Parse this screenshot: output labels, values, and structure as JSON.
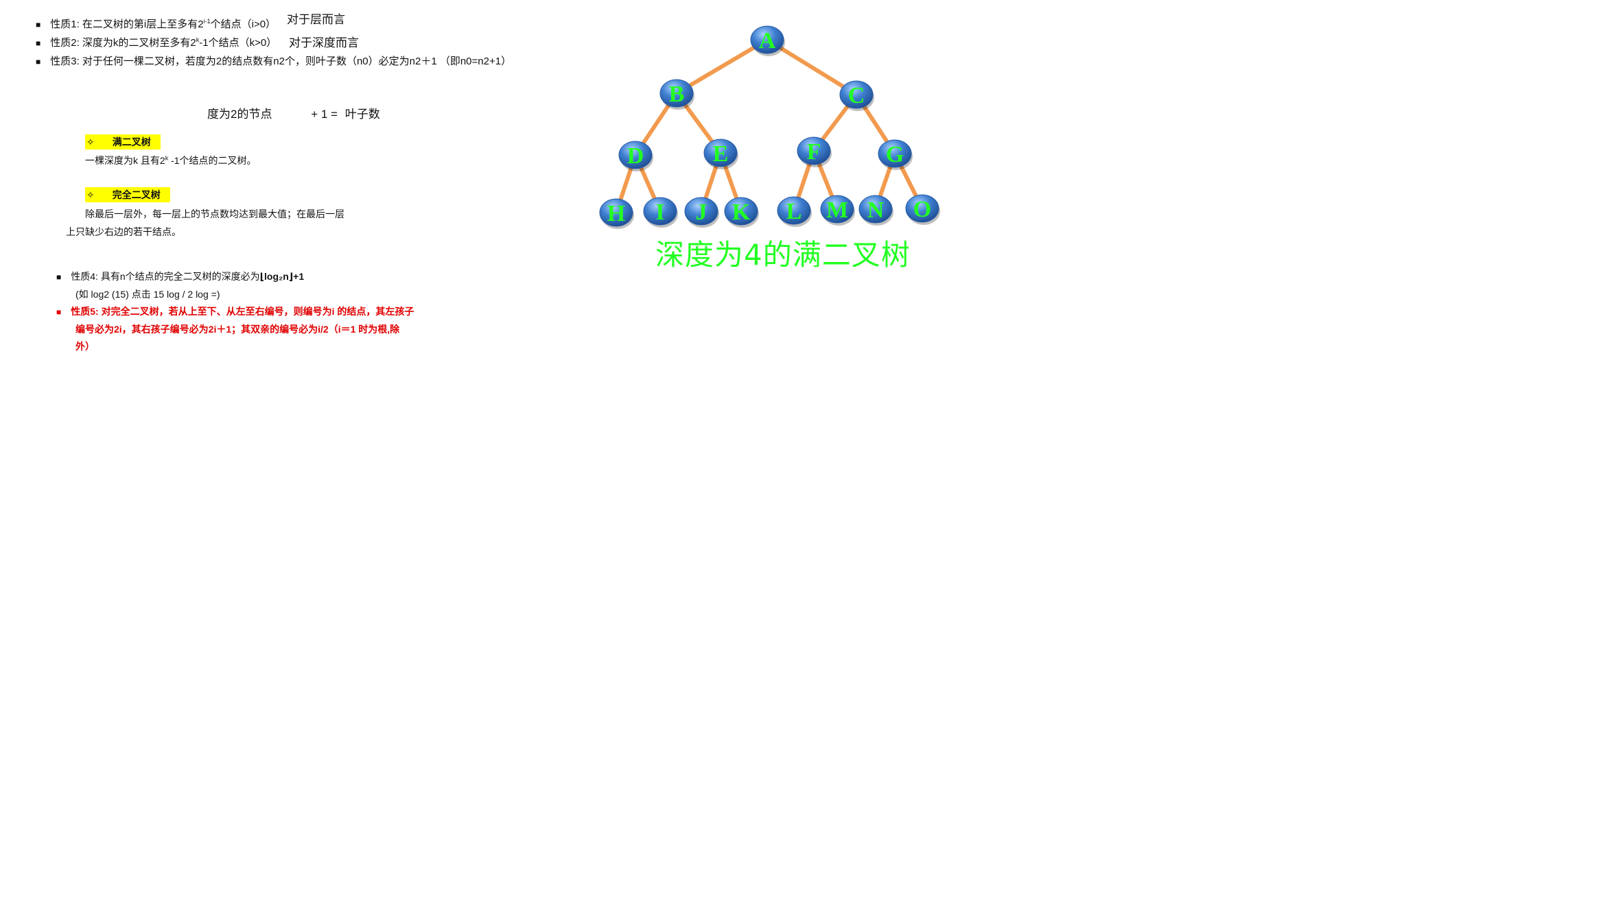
{
  "properties": {
    "p1": {
      "text": "性质1: 在二叉树的第i层上至多有2",
      "sup": "i-1",
      "suffix": "个结点（i>0）",
      "note": "对于层而言"
    },
    "p2": {
      "text": "性质2: 深度为k的二叉树至多有2",
      "sup": "k",
      "suffix": "-1个结点（k>0）",
      "note": "对于深度而言"
    },
    "p3": {
      "text": "性质3: 对于任何一棵二叉树，若度为2的结点数有n2个，则叶子数（n0）必定为n2＋1 （即n0=n2+1）"
    }
  },
  "formula": {
    "left": "度为2的节点",
    "op": "+ 1 =",
    "right": "叶子数"
  },
  "full_tree": {
    "label": "满二叉树",
    "desc_prefix": "一棵深度为k 且有2",
    "desc_sup": "k",
    "desc_suffix": " -1个结点的二叉树。"
  },
  "complete_tree": {
    "label": "完全二叉树",
    "desc_line1": "除最后一层外，每一层上的节点数均达到最大值；在最后一层",
    "desc_line2": "上只缺少右边的若干结点。"
  },
  "p4": {
    "prefix": "性质4: 具有n个结点的完全二叉树的深度必为",
    "bold": "⌊log₂n⌋",
    "suffix": "+1",
    "example": "(如 log2 (15)   点击 15  log  /  2  log =)"
  },
  "p5": {
    "line1": "性质5: 对完全二叉树，若从上至下、从左至右编号，则编号为i 的结点，其左孩子",
    "line2": "编号必为2i，其右孩子编号必为2i＋1；其双亲的编号必为i/2（i＝1 时为根,除",
    "line3": "外）"
  },
  "diagram": {
    "caption": "深度为4的满二叉树",
    "nodes": [
      "A",
      "B",
      "C",
      "D",
      "E",
      "F",
      "G",
      "H",
      "I",
      "J",
      "K",
      "L",
      "M",
      "N",
      "O"
    ],
    "colors": {
      "edge": "#f29a4e",
      "node": "#3f7fd0",
      "label": "#22ff22"
    }
  }
}
